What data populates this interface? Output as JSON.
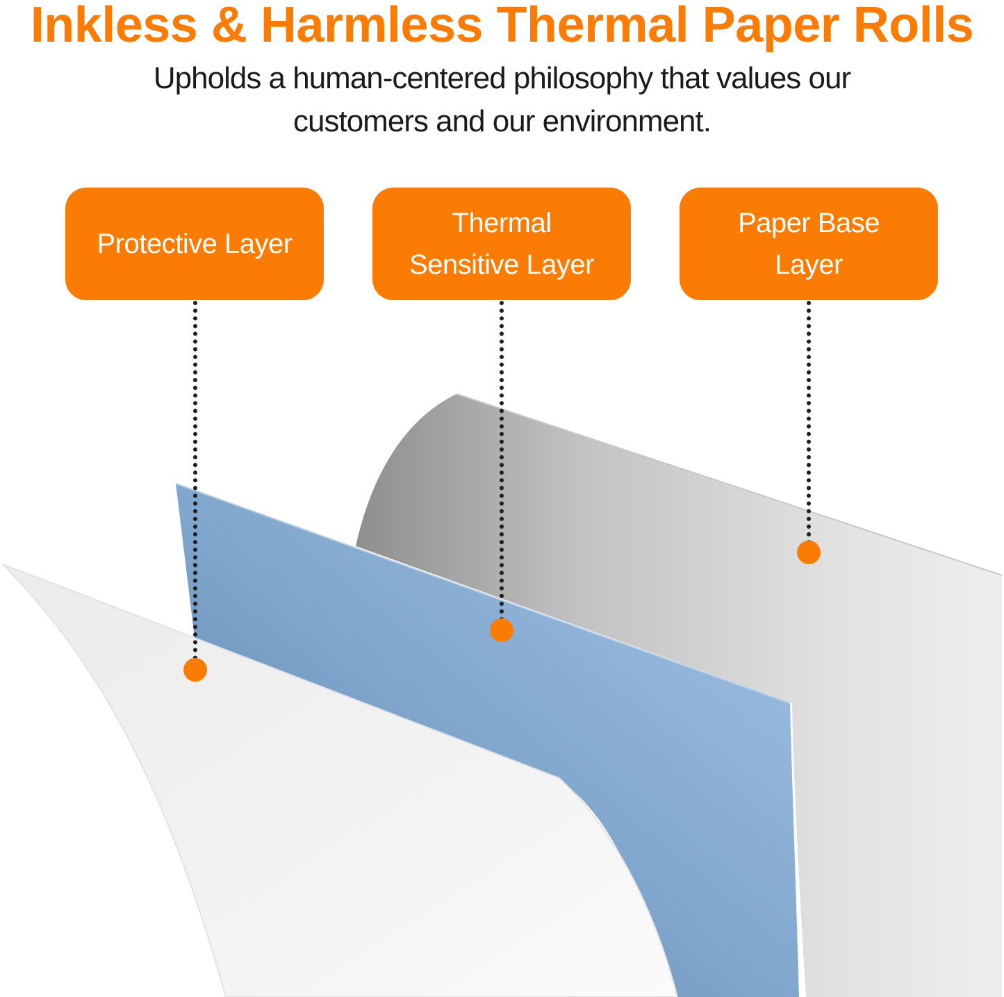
{
  "header": {
    "title": "Inkless & Harmless Thermal Paper Rolls",
    "subtitle": "Upholds a human-centered philosophy that values our customers and our environment."
  },
  "layers": [
    {
      "label": "Protective Layer"
    },
    {
      "label": "Thermal Sensitive Layer"
    },
    {
      "label": "Paper Base Layer"
    }
  ],
  "colors": {
    "accent": "#fb7c04",
    "connector": "#1f1f1f",
    "sensitive_layer": "#8fb3d9",
    "base_layer": "#d6d6d6",
    "protective_layer": "#f0f0f0"
  }
}
